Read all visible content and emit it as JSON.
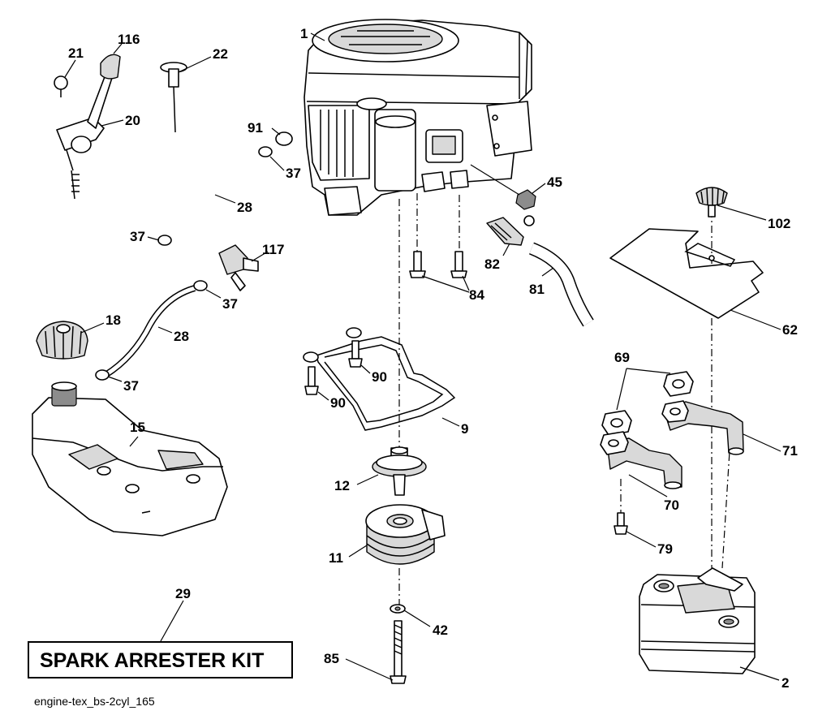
{
  "callouts": {
    "c1": "1",
    "c2": "2",
    "c9": "9",
    "c11": "11",
    "c12": "12",
    "c15": "15",
    "c18": "18",
    "c20": "20",
    "c21": "21",
    "c22": "22",
    "c28a": "28",
    "c28b": "28",
    "c29": "29",
    "c37a": "37",
    "c37b": "37",
    "c37c": "37",
    "c37d": "37",
    "c42": "42",
    "c45": "45",
    "c62": "62",
    "c69": "69",
    "c70": "70",
    "c71": "71",
    "c79": "79",
    "c81": "81",
    "c82": "82",
    "c84": "84",
    "c85": "85",
    "c90a": "90",
    "c90b": "90",
    "c91": "91",
    "c102": "102",
    "c116": "116",
    "c117": "117"
  },
  "kit_label": "SPARK ARRESTER KIT",
  "caption": "engine-tex_bs-2cyl_165"
}
